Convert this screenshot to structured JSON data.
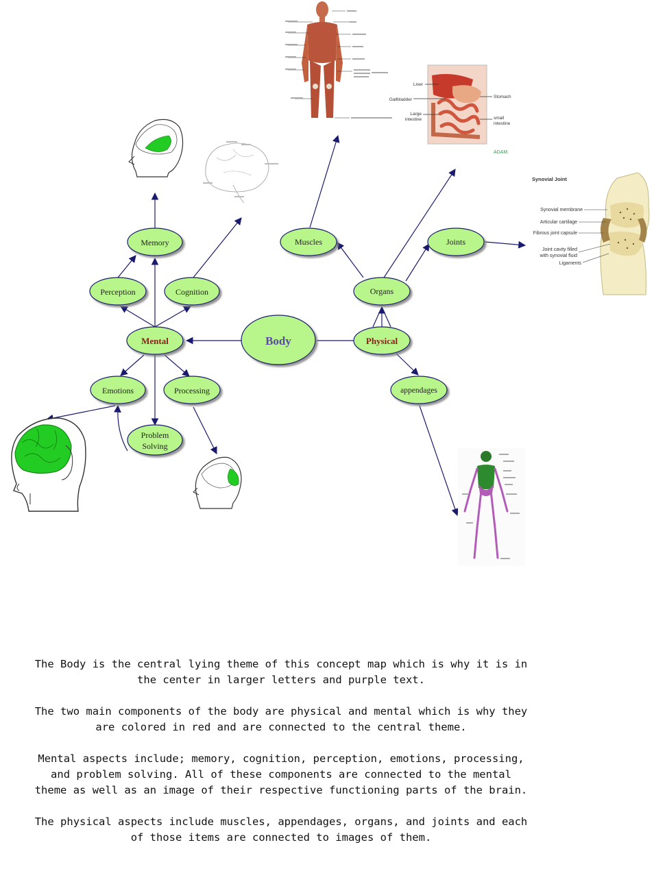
{
  "concept_map": {
    "central": {
      "label": "Body"
    },
    "mental": {
      "label": "Mental"
    },
    "physical": {
      "label": "Physical"
    },
    "mental_nodes": {
      "memory": "Memory",
      "perception": "Perception",
      "cognition": "Cognition",
      "emotions": "Emotions",
      "processing": "Processing",
      "problem_solving_1": "Problem",
      "problem_solving_2": "Solving"
    },
    "physical_nodes": {
      "muscles": "Muscles",
      "organs": "Organs",
      "joints": "Joints",
      "appendages": "appendages"
    },
    "colors": {
      "node_fill": "#b8f58a",
      "central_text": "#5a4aa8",
      "main_text": "#8b1a1a",
      "edge": "#1a1a6e"
    }
  },
  "images": {
    "organs_labels": {
      "liver": "Liver",
      "gallbladder": "Gallbladder",
      "large": "Large",
      "intestine": "intestine",
      "stomach": "Stomach",
      "small": "small",
      "intestine2": "intestine",
      "brand": "ADAM."
    },
    "joint_labels": {
      "title": "Synovial Joint",
      "membrane": "Synovial membrane",
      "cartilage": "Articular cartilage",
      "capsule": "Fibrous joint capsule",
      "cavity1": "Joint cavity filled",
      "cavity2": "with synovial fluid",
      "ligaments": "Ligaments"
    }
  },
  "description": {
    "p1": "The Body is the central lying theme of this concept map which is why it is in the center in larger letters and purple text.",
    "p2": "The two main components of the body are physical and mental which is why they are colored in red and are connected to the central theme.",
    "p3": "Mental aspects include; memory, cognition, perception, emotions, processing, and problem solving. All of these components are connected to the mental theme as well as an image of their respective functioning parts of the brain.",
    "p4": "The physical aspects include muscles, appendages, organs, and joints and each of those items are connected to images of them."
  }
}
